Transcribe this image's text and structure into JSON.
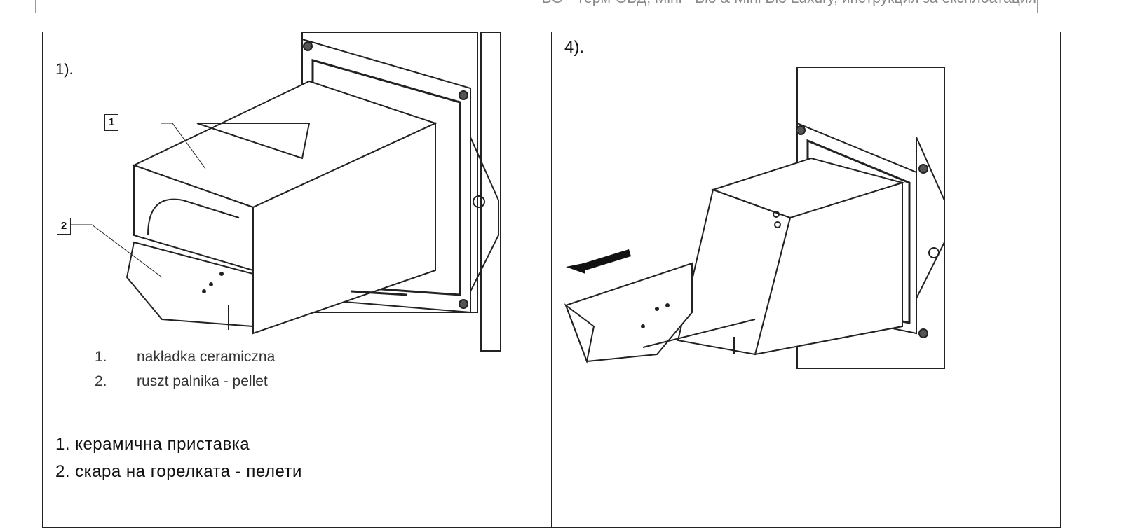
{
  "header": {
    "title": "BG - Терм-ОБД, Mini - Bio & Mini Bio Luxury, инструкция за експлоатация"
  },
  "cells": [
    {
      "step": "1).",
      "callouts": [
        "1",
        "2"
      ],
      "legend_pl": [
        {
          "num": "1.",
          "text": "nakładka ceramiczna"
        },
        {
          "num": "2.",
          "text": "ruszt palnika - pellet"
        }
      ],
      "legend_bg": [
        "1. керамична  приставка",
        "2. скара  на  горелката  - пелети"
      ]
    },
    {
      "step": "4)."
    }
  ]
}
